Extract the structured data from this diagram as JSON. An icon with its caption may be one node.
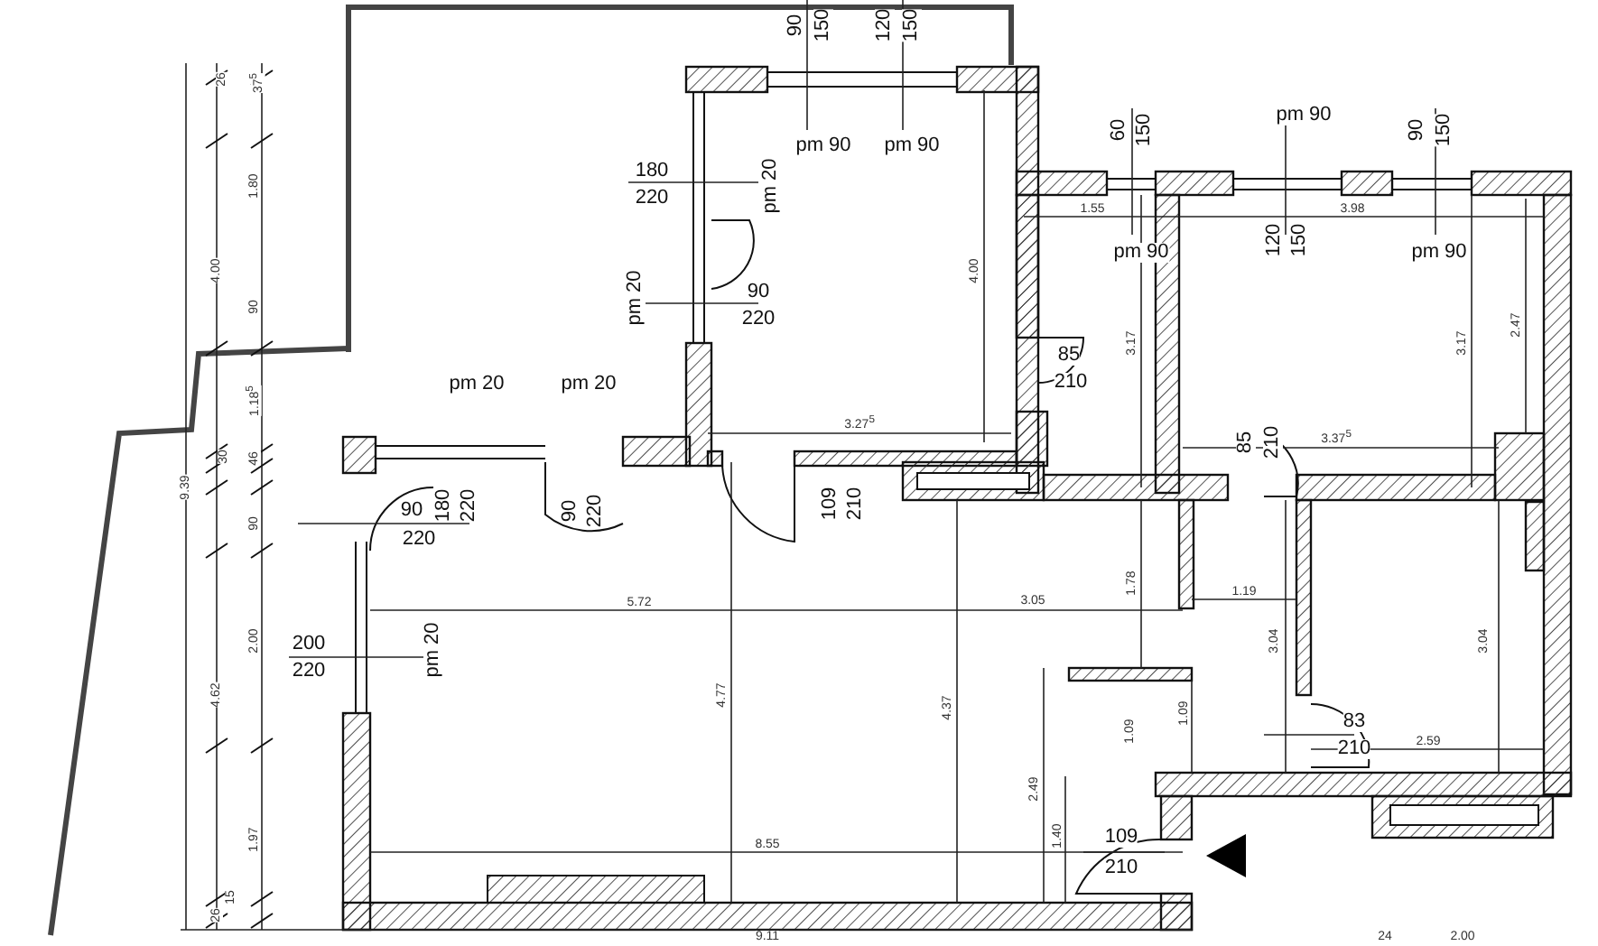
{
  "diagram": {
    "labels": [
      "90",
      "150",
      "120",
      "150",
      "26",
      "37$^{5}$",
      "60",
      "150",
      "pm 90",
      "90",
      "150",
      "pm 90",
      "pm 90",
      "180",
      "220",
      "pm 20",
      "1.80",
      "1.55",
      "3.98",
      "120",
      "150",
      "pm 90",
      "pm 90",
      "4.00",
      "4.00",
      "pm 20",
      "90",
      "220",
      "90",
      "2.47",
      "3.17",
      "3.17",
      "pm 20",
      "pm 20",
      "85",
      "210",
      "1.18$^{5}$",
      "3.27$^{5}$",
      "3.37$^{5}$",
      "85",
      "210",
      "30",
      "46",
      "9.39",
      "109",
      "210",
      "90",
      "180",
      "220",
      "90",
      "220",
      "220",
      "90",
      "5.72",
      "3.05",
      "1.78",
      "1.19",
      "200",
      "220",
      "pm 20",
      "2.00",
      "3.04",
      "3.04",
      "4.62",
      "4.77",
      "4.37",
      "1.09",
      "83",
      "2.59",
      "1.09",
      "210",
      "2.49",
      "1.97",
      "1.40",
      "109",
      "8.55",
      "210",
      "15",
      "26",
      "9.11",
      "24",
      "2.00"
    ]
  }
}
